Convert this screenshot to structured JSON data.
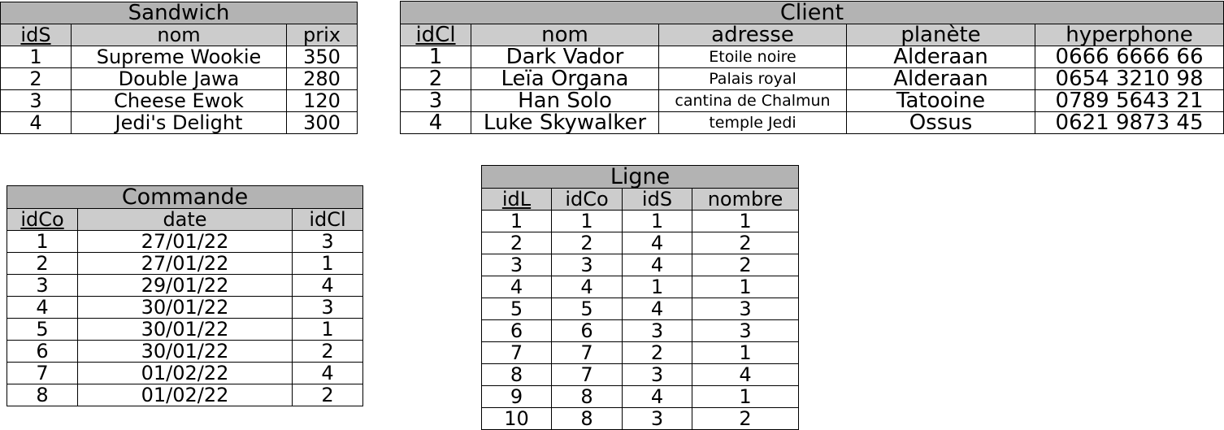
{
  "sandwich": {
    "title": "Sandwich",
    "headers": [
      "idS",
      "nom",
      "prix"
    ],
    "rows": [
      [
        "1",
        "Supreme Wookie",
        "350"
      ],
      [
        "2",
        "Double Jawa",
        "280"
      ],
      [
        "3",
        "Cheese Ewok",
        "120"
      ],
      [
        "4",
        "Jedi's Delight",
        "300"
      ]
    ]
  },
  "client": {
    "title": "Client",
    "headers": [
      "idCl",
      "nom",
      "adresse",
      "planète",
      "hyperphone"
    ],
    "rows": [
      [
        "1",
        "Dark Vador",
        "Etoile noire",
        "Alderaan",
        "0666 6666 66"
      ],
      [
        "2",
        "Leïa Organa",
        "Palais royal",
        "Alderaan",
        "0654 3210 98"
      ],
      [
        "3",
        "Han Solo",
        "cantina de Chalmun",
        "Tatooine",
        "0789 5643 21"
      ],
      [
        "4",
        "Luke Skywalker",
        "temple Jedi",
        "Ossus",
        "0621 9873 45"
      ]
    ]
  },
  "commande": {
    "title": "Commande",
    "headers": [
      "idCo",
      "date",
      "idCl"
    ],
    "rows": [
      [
        "1",
        "27/01/22",
        "3"
      ],
      [
        "2",
        "27/01/22",
        "1"
      ],
      [
        "3",
        "29/01/22",
        "4"
      ],
      [
        "4",
        "30/01/22",
        "3"
      ],
      [
        "5",
        "30/01/22",
        "1"
      ],
      [
        "6",
        "30/01/22",
        "2"
      ],
      [
        "7",
        "01/02/22",
        "4"
      ],
      [
        "8",
        "01/02/22",
        "2"
      ]
    ]
  },
  "ligne": {
    "title": "Ligne",
    "headers": [
      "idL",
      "idCo",
      "idS",
      "nombre"
    ],
    "rows": [
      [
        "1",
        "1",
        "1",
        "1"
      ],
      [
        "2",
        "2",
        "4",
        "2"
      ],
      [
        "3",
        "3",
        "4",
        "2"
      ],
      [
        "4",
        "4",
        "1",
        "1"
      ],
      [
        "5",
        "5",
        "4",
        "3"
      ],
      [
        "6",
        "6",
        "3",
        "3"
      ],
      [
        "7",
        "7",
        "2",
        "1"
      ],
      [
        "8",
        "7",
        "3",
        "4"
      ],
      [
        "9",
        "8",
        "4",
        "1"
      ],
      [
        "10",
        "8",
        "3",
        "2"
      ]
    ]
  }
}
